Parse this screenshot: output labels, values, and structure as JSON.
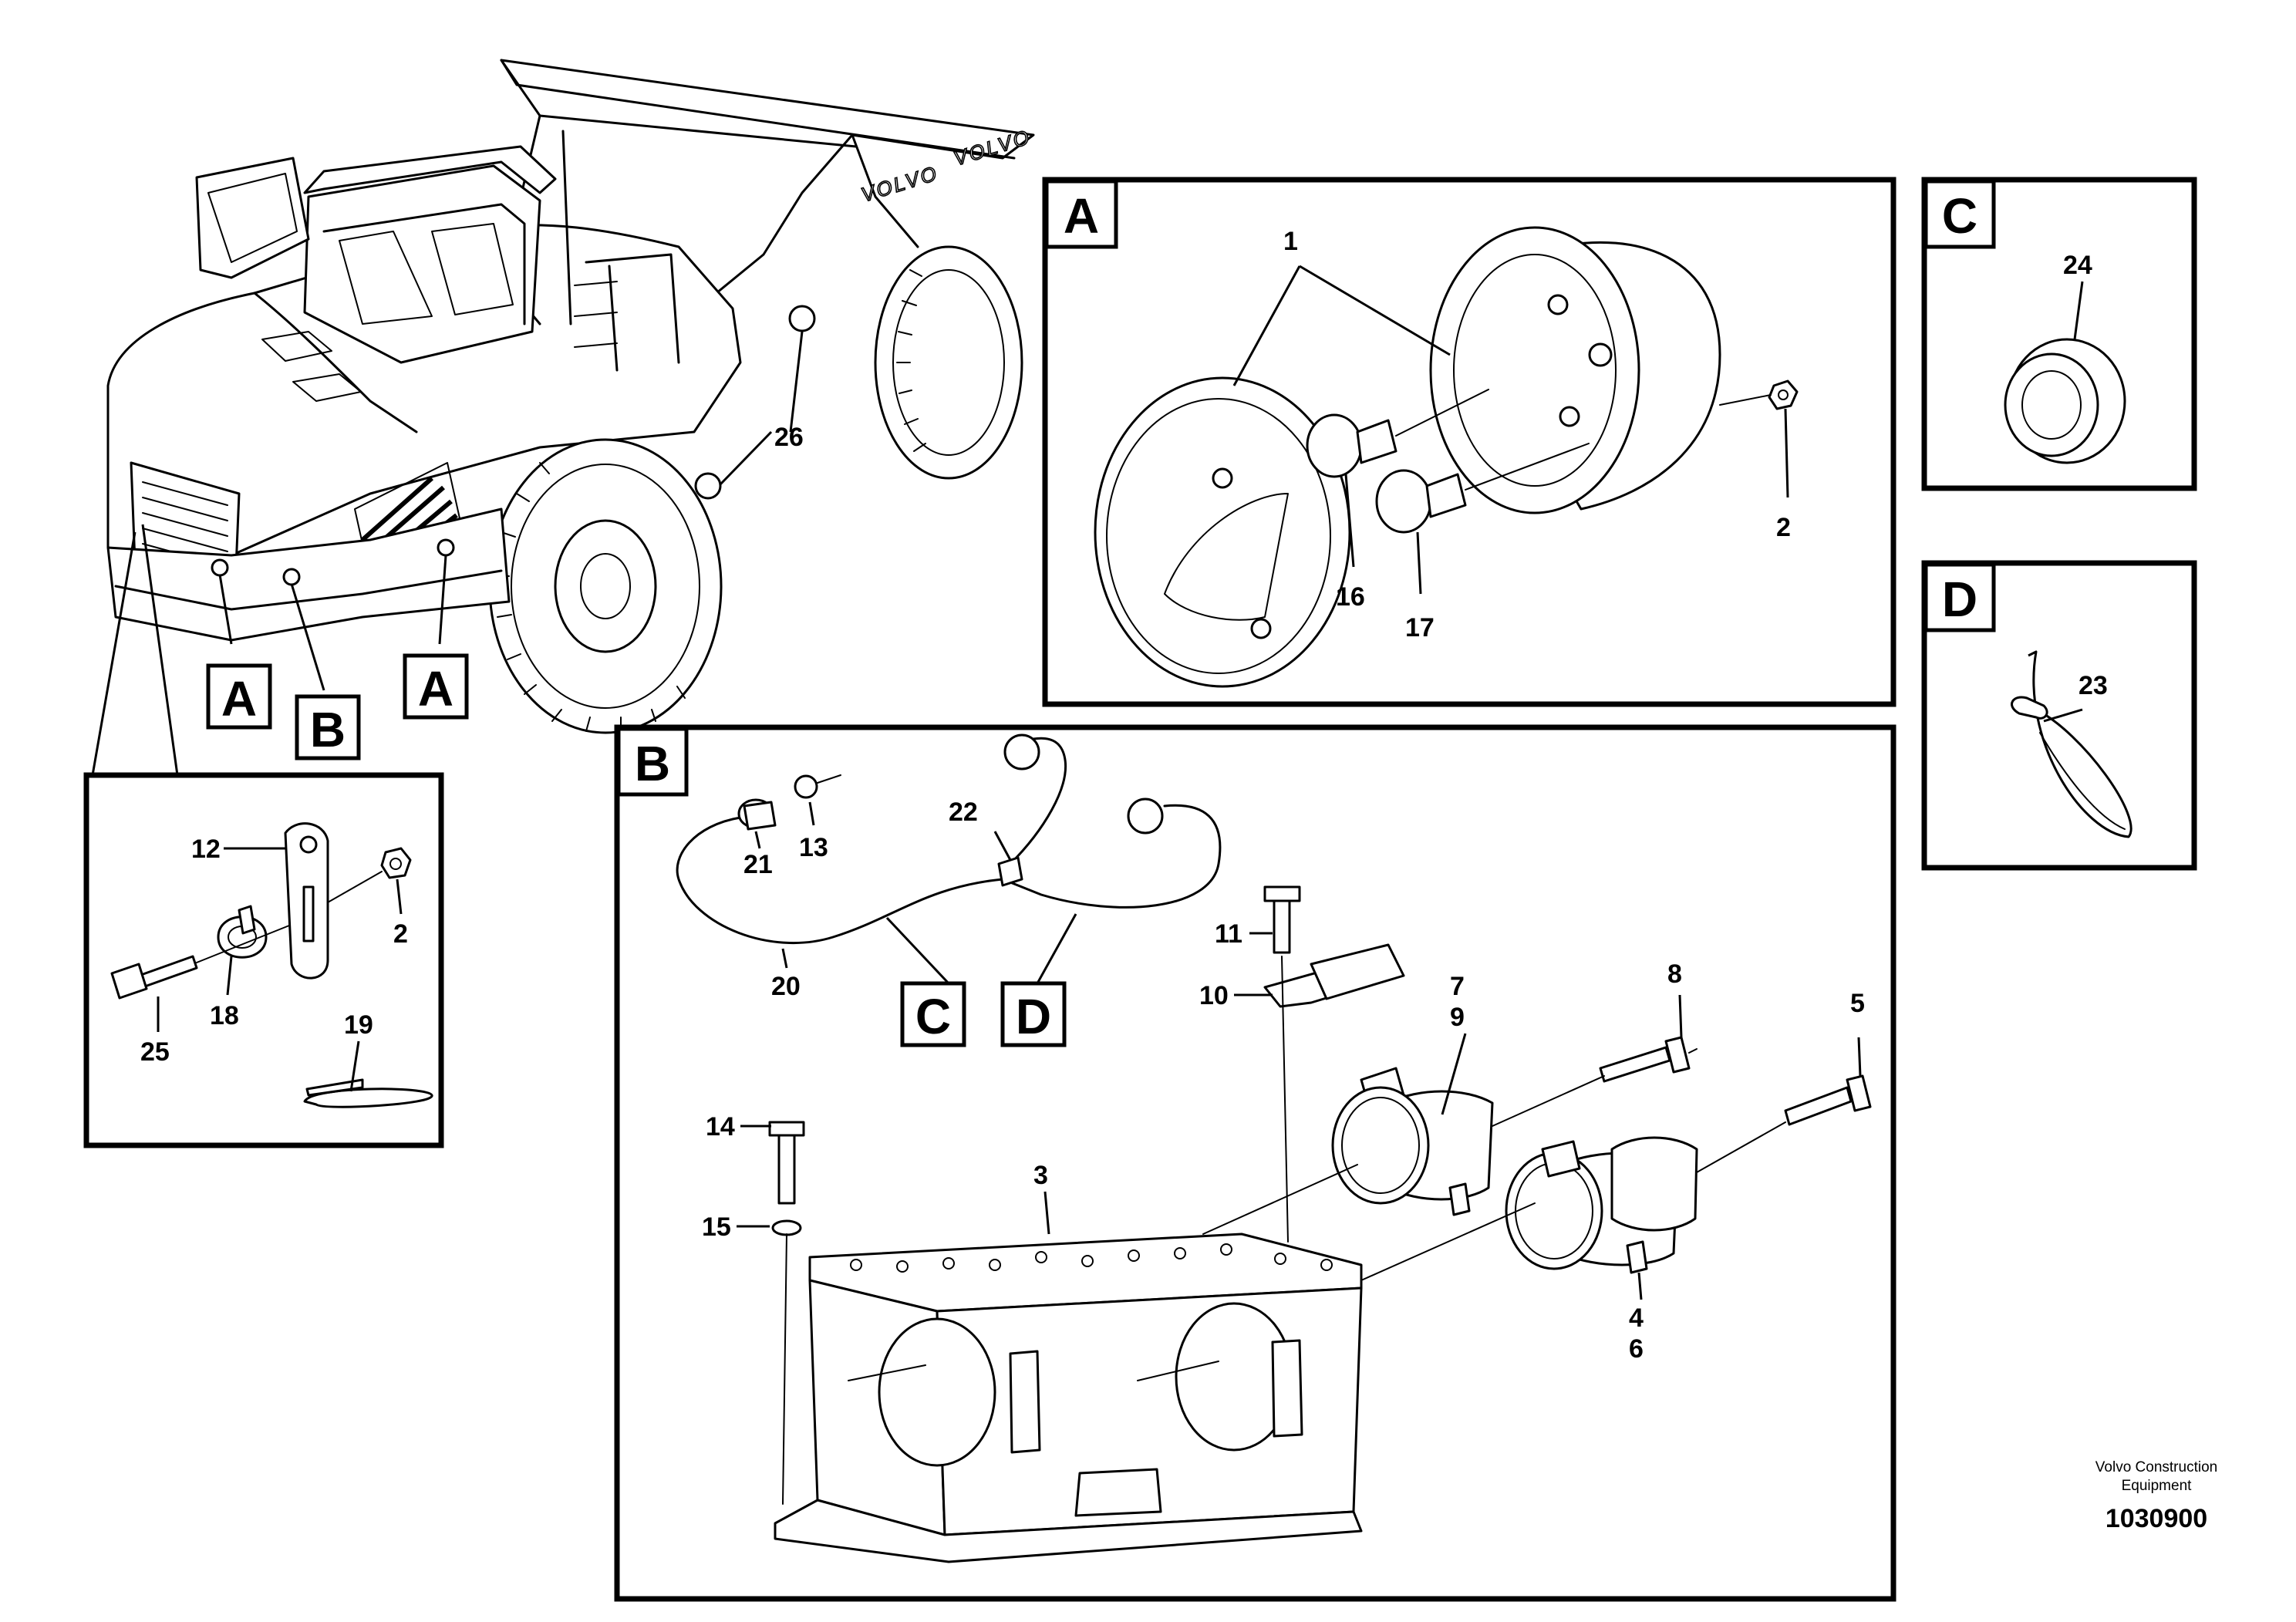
{
  "figure": {
    "brand_logo_text": "VOLVO",
    "footer_company": "Volvo Construction",
    "footer_company_line2": "Equipment",
    "footer_code": "1030900"
  },
  "callouts": {
    "on_machine": [
      "A",
      "B",
      "A"
    ],
    "panel_b": [
      "C",
      "D"
    ]
  },
  "panels": [
    {
      "label": "A",
      "items": [
        "1",
        "16",
        "17",
        "2"
      ]
    },
    {
      "label": "B",
      "items": [
        "20",
        "21",
        "13",
        "22",
        "11",
        "10",
        "7",
        "9",
        "8",
        "5",
        "3",
        "14",
        "15",
        "4",
        "6"
      ]
    },
    {
      "label": "C",
      "items": [
        "24"
      ]
    },
    {
      "label": "D",
      "items": [
        "23"
      ]
    }
  ],
  "detail_inset": {
    "items": [
      "12",
      "2",
      "25",
      "18",
      "19"
    ]
  },
  "machine_items": [
    "26"
  ]
}
